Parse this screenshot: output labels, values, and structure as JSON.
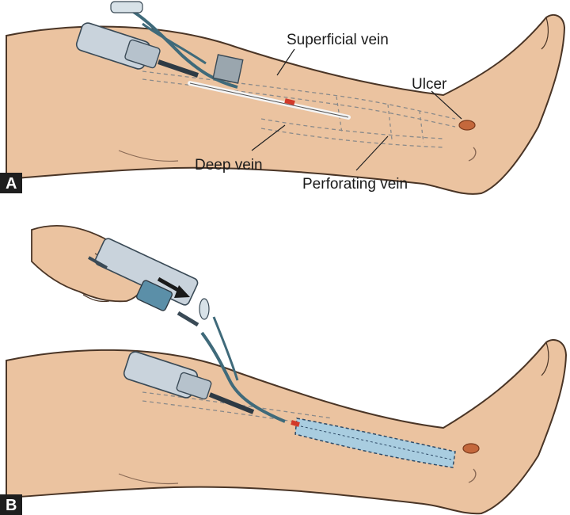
{
  "panels": [
    {
      "letter": "A",
      "labels": {
        "superficial_vein": "Superficial vein",
        "ulcer": "Ulcer",
        "deep_vein": "Deep vein",
        "perforating_vein": "Perforating vein"
      }
    },
    {
      "letter": "B"
    }
  ],
  "colors": {
    "skin": "#ebc3a0",
    "skin_outline": "#4a3526",
    "foam": "#a9cde0",
    "tubing": "#3f6a7a",
    "vein_dash": "#8a8a8a",
    "ulcer": "#c4683c",
    "catheter_marker": "#d23a2a",
    "letter_bg": "#1e1e1e"
  }
}
